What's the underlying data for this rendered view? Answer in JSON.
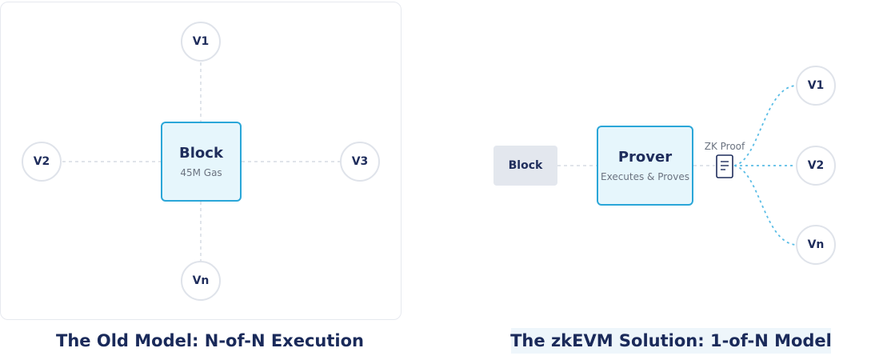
{
  "old_model": {
    "block_title": "Block",
    "block_subtitle": "45M Gas",
    "nodes": [
      "V1",
      "V2",
      "V3",
      "Vn"
    ],
    "caption": "The Old Model: N-of-N Execution"
  },
  "zkevm_model": {
    "block_label": "Block",
    "prover_title": "Prover",
    "prover_subtitle": "Executes & Proves",
    "proof_label": "ZK Proof",
    "nodes": [
      "V1",
      "V2",
      "Vn"
    ],
    "caption": "The zkEVM Solution: 1-of-N Model"
  },
  "colors": {
    "accent": "#2aa6d8",
    "accent_fill": "#e6f6fc",
    "text_dark": "#1f2d5c",
    "node_border": "#dfe3ea",
    "dashed_line": "#d6dbe3",
    "proof_line": "#5bbde6"
  }
}
